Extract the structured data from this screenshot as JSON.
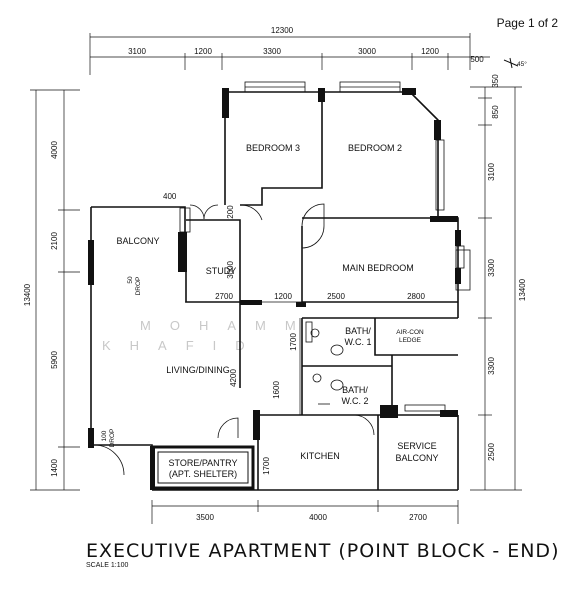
{
  "page_label": "Page 1 of 2",
  "title": "EXECUTIVE APARTMENT (POINT BLOCK - END)",
  "scale": "SCALE 1:100",
  "north": "45°",
  "watermark": {
    "line1": "MOHAMM",
    "line2": "KHAFID"
  },
  "rooms": {
    "bedroom3": "BEDROOM 3",
    "bedroom2": "BEDROOM 2",
    "balcony": "BALCONY",
    "study": "STUDY",
    "main_bedroom": "MAIN BEDROOM",
    "bath1_l1": "BATH/",
    "bath1_l2": "W.C. 1",
    "aircon_l1": "AIR-CON",
    "aircon_l2": "LEDGE",
    "bath2_l1": "BATH/",
    "bath2_l2": "W.C. 2",
    "living": "LIVING/DINING",
    "kitchen": "KITCHEN",
    "service_l1": "SERVICE",
    "service_l2": "BALCONY",
    "store_l1": "STORE/PANTRY",
    "store_l2": "(APT. SHELTER)",
    "drop50_l1": "50",
    "drop50_l2": "DROP",
    "drop100_l1": "100",
    "drop100_l2": "DROP"
  },
  "dims": {
    "top_total": "12300",
    "top_3100": "3100",
    "top_1200a": "1200",
    "top_3300": "3300",
    "top_3000": "3000",
    "top_1200b": "1200",
    "top_500": "500",
    "left_4000": "4000",
    "left_2100": "2100",
    "left_13400": "13400",
    "left_5900": "5900",
    "left_1400": "1400",
    "right_350": "350",
    "right_850": "850",
    "right_3100": "3100",
    "right_3300a": "3300",
    "right_13400": "13400",
    "right_3300b": "3300",
    "right_2500": "2500",
    "bottom_3500": "3500",
    "bottom_4000": "4000",
    "bottom_2700": "2700",
    "in_400": "400",
    "in_200": "200",
    "in_3000": "3000",
    "in_2700": "2700",
    "in_1200": "1200",
    "in_2500": "2500",
    "in_2800": "2800",
    "in_1700a": "1700",
    "in_1600": "1600",
    "in_4200": "4200",
    "in_1700b": "1700"
  }
}
